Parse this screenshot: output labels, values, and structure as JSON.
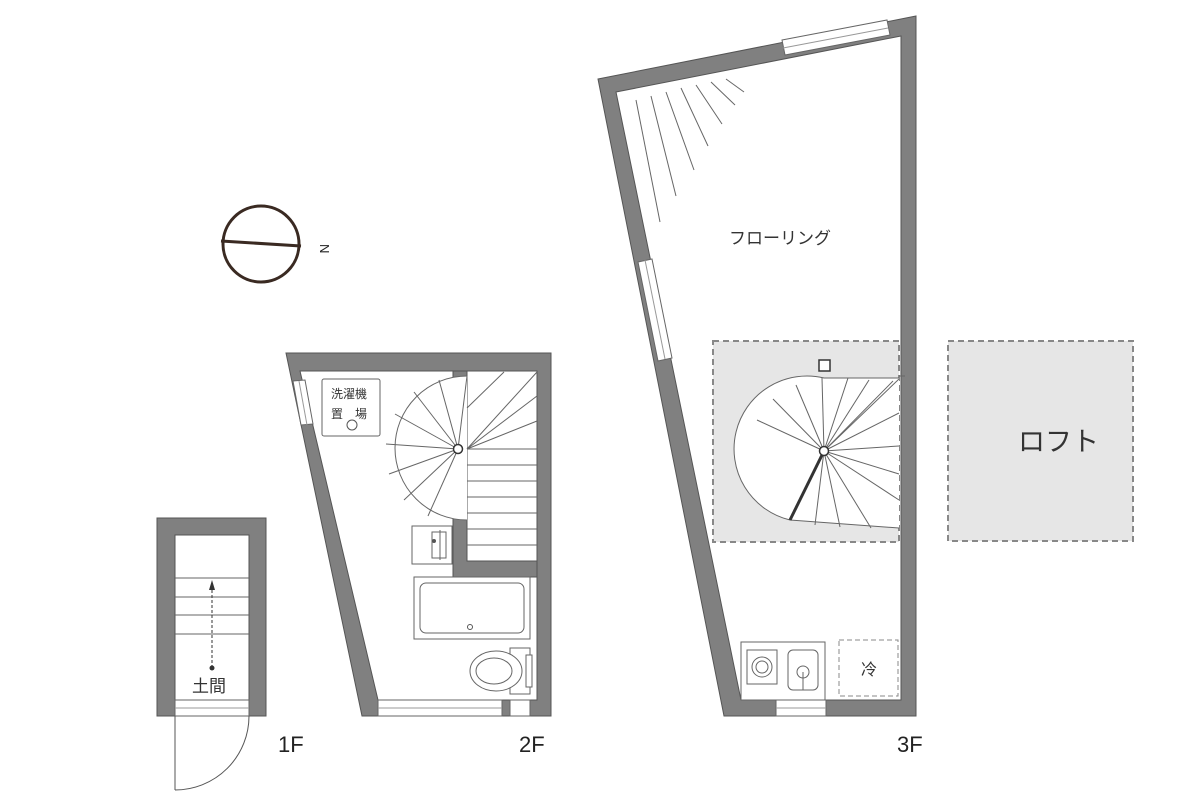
{
  "colors": {
    "wall": "#808080",
    "loft_fill": "#e6e6e6",
    "dash_border": "#888888",
    "line": "#666666"
  },
  "floors": {
    "f1": {
      "label": "1F",
      "room_label": "土間"
    },
    "f2": {
      "label": "2F",
      "washer_label_line1": "洗濯機",
      "washer_label_line2": "置　場"
    },
    "f3": {
      "label": "3F",
      "room_label": "フローリング",
      "fridge_label": "冷"
    }
  },
  "loft": {
    "label": "ロフト"
  },
  "compass": {
    "label": "N",
    "icon": "compass-north-icon"
  }
}
